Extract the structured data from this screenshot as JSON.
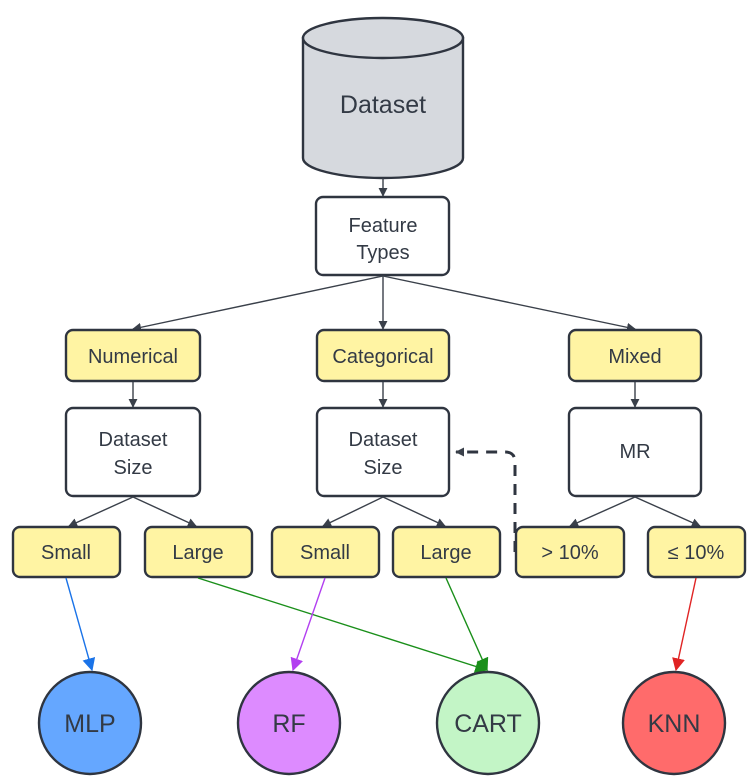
{
  "colors": {
    "dataset_fill": "#d6d9de",
    "box_fill": "#ffffff",
    "category_fill": "#fff4a3",
    "stroke": "#2f3540",
    "mlp_fill": "#65a7ff",
    "rf_fill": "#dd8bff",
    "cart_fill": "#c3f5c6",
    "knn_fill": "#ff6b6b",
    "edge_blue": "#1a73e8",
    "edge_purple": "#b23ff0",
    "edge_green": "#1a8f1a",
    "edge_red": "#e02424"
  },
  "nodes": {
    "dataset": "Dataset",
    "feature_types_line1": "Feature",
    "feature_types_line2": "Types",
    "numerical": "Numerical",
    "categorical": "Categorical",
    "mixed": "Mixed",
    "size_num_line1": "Dataset",
    "size_num_line2": "Size",
    "size_cat_line1": "Dataset",
    "size_cat_line2": "Size",
    "mr": "MR",
    "small_num": "Small",
    "large_num": "Large",
    "small_cat": "Small",
    "large_cat": "Large",
    "gt10": "> 10%",
    "le10": "≤ 10%",
    "mlp": "MLP",
    "rf": "RF",
    "cart": "CART",
    "knn": "KNN"
  }
}
